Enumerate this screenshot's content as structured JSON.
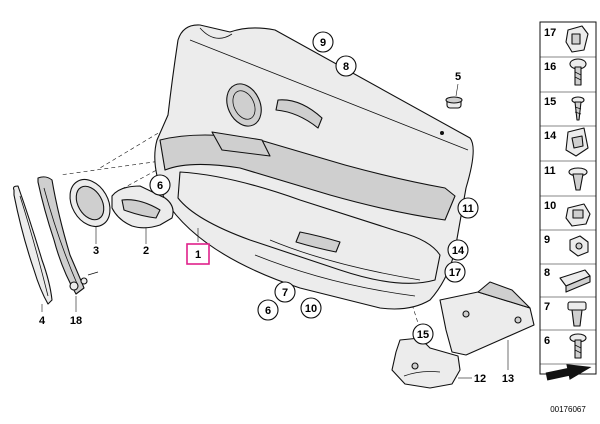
{
  "diagram": {
    "callouts": [
      "9",
      "8",
      "5",
      "6",
      "3",
      "2",
      "1",
      "4",
      "18",
      "11",
      "14",
      "17",
      "7",
      "6",
      "10",
      "15",
      "12",
      "13"
    ],
    "highlighted_callout": "1",
    "highlight_color": "#e0218a"
  },
  "parts_panel": {
    "items": [
      "17",
      "16",
      "15",
      "14",
      "11",
      "10",
      "9",
      "8",
      "7",
      "6"
    ]
  },
  "document_number": "00176067"
}
